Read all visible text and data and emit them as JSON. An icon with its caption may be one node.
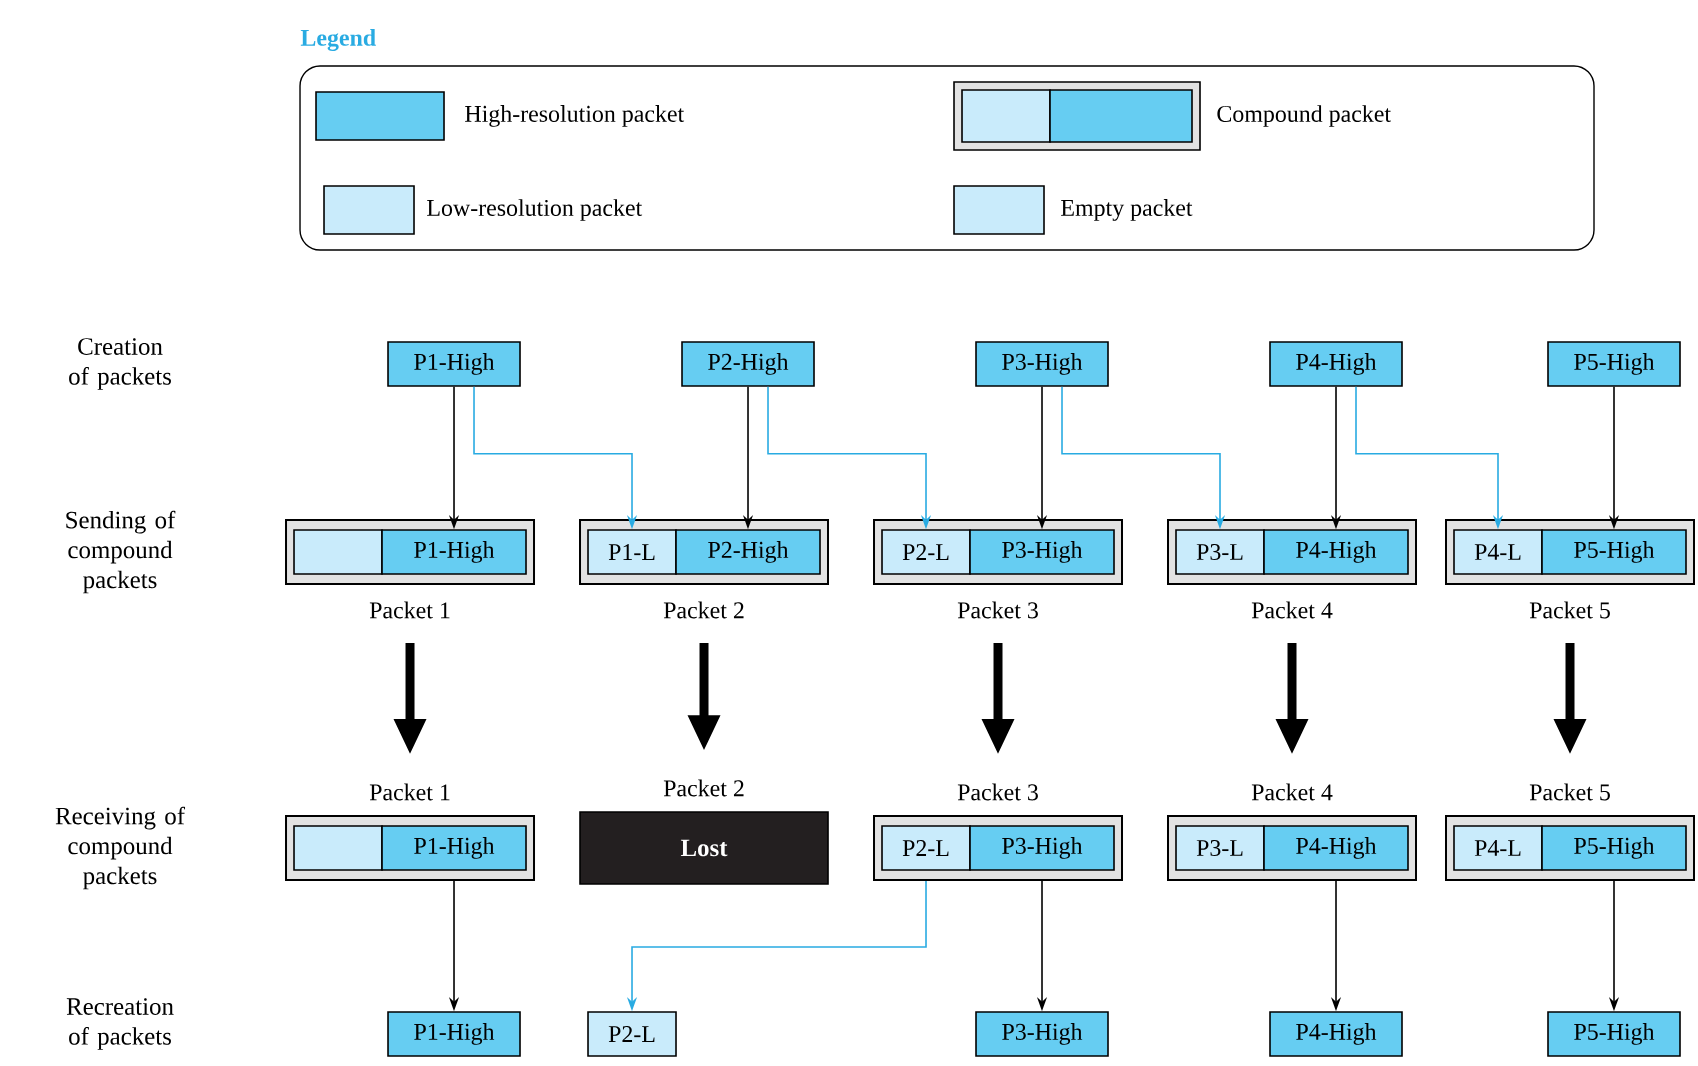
{
  "diagram": {
    "nodes": [
      {
        "text": [
          "P1-High"
        ]
      },
      {
        "text": [
          "P2-High"
        ]
      },
      {
        "text": [
          "P3-High"
        ]
      },
      {
        "text": [
          "P4-High"
        ]
      },
      {
        "text": [
          "P5-High"
        ]
      },
      {
        "text": [],
        "shape": "box",
        "beside": [
          "Packet 1"
        ]
      },
      {
        "text": [],
        "shape": "box",
        "in": 5
      },
      {
        "text": [
          "P1-High"
        ],
        "in": 5
      },
      {
        "text": [],
        "shape": "box",
        "beside": [
          "Packet 2"
        ]
      },
      {
        "text": [
          "P1-L"
        ],
        "in": 8
      },
      {
        "text": [
          "P2-High"
        ],
        "in": 8
      },
      {
        "text": [],
        "shape": "box",
        "beside": [
          "Packet 3"
        ]
      },
      {
        "text": [
          "P2-L"
        ],
        "in": 11
      },
      {
        "text": [
          "P3-High"
        ],
        "in": 11
      },
      {
        "text": [],
        "shape": "box",
        "beside": [
          "Packet 4"
        ]
      },
      {
        "text": [
          "P3-L"
        ],
        "in": 14
      },
      {
        "text": [
          "P4-High"
        ],
        "in": 14
      },
      {
        "text": [],
        "shape": "box",
        "beside": [
          "Packet 5"
        ]
      },
      {
        "text": [
          "P4-L"
        ],
        "in": 17
      },
      {
        "text": [
          "P5-High"
        ],
        "in": 17
      },
      {
        "text": [],
        "shape": "box",
        "beside": [
          "Packet 1"
        ]
      },
      {
        "text": [],
        "shape": "box",
        "in": 20
      },
      {
        "text": [
          "P1-High"
        ],
        "in": 20
      },
      {
        "text": [
          "Lost"
        ],
        "beside": [
          "Packet 2"
        ]
      },
      {
        "text": [],
        "shape": "box",
        "beside": [
          "Packet 3"
        ]
      },
      {
        "text": [
          "P2-L"
        ],
        "in": 24
      },
      {
        "text": [
          "P3-High"
        ],
        "in": 24
      },
      {
        "text": [],
        "shape": "box",
        "beside": [
          "Packet 4"
        ]
      },
      {
        "text": [
          "P3-L"
        ],
        "in": 27
      },
      {
        "text": [
          "P4-High"
        ],
        "in": 27
      },
      {
        "text": [],
        "shape": "box",
        "beside": [
          "Packet 5"
        ]
      },
      {
        "text": [
          "P4-L"
        ],
        "in": 30
      },
      {
        "text": [
          "P5-High"
        ],
        "in": 30
      },
      {
        "text": [
          "P1-High"
        ]
      },
      {
        "text": [
          "P2-L"
        ]
      },
      {
        "text": [
          "P3-High"
        ]
      },
      {
        "text": [
          "P4-High"
        ]
      },
      {
        "text": [
          "P5-High"
        ]
      }
    ],
    "edges": [
      {
        "from": 0,
        "to": 7,
        "arrow": "to"
      },
      {
        "from": 0,
        "to": 9,
        "arrow": "to",
        "color": "#29abe2"
      },
      {
        "from": 1,
        "to": 10,
        "arrow": "to"
      },
      {
        "from": 1,
        "to": 12,
        "arrow": "to",
        "color": "#29abe2"
      },
      {
        "from": 2,
        "to": 13,
        "arrow": "to"
      },
      {
        "from": 2,
        "to": 15,
        "arrow": "to",
        "color": "#29abe2"
      },
      {
        "from": 3,
        "to": 16,
        "arrow": "to"
      },
      {
        "from": 3,
        "to": 18,
        "arrow": "to",
        "color": "#29abe2"
      },
      {
        "from": 4,
        "to": 19,
        "arrow": "to"
      },
      {
        "from": 5,
        "to": 20,
        "arrow": "to",
        "style": "thick"
      },
      {
        "from": 8,
        "to": 23,
        "arrow": "to",
        "style": "thick"
      },
      {
        "from": 11,
        "to": 24,
        "arrow": "to",
        "style": "thick"
      },
      {
        "from": 14,
        "to": 27,
        "arrow": "to",
        "style": "thick"
      },
      {
        "from": 17,
        "to": 30,
        "arrow": "to",
        "style": "thick"
      },
      {
        "from": 22,
        "to": 33,
        "arrow": "to"
      },
      {
        "from": 25,
        "to": 34,
        "arrow": "to",
        "color": "#29abe2"
      },
      {
        "from": 26,
        "to": 35,
        "arrow": "to"
      },
      {
        "from": 29,
        "to": 36,
        "arrow": "to"
      },
      {
        "from": 32,
        "to": 37,
        "arrow": "to"
      }
    ],
    "labels": [
      "Legend",
      "Creation of packets",
      "Sending of compound packets",
      "Receiving of compound packets",
      "Recreation of packets"
    ],
    "legend": [
      {
        "text": "High-resolution packet",
        "color": "#66cdf2"
      },
      {
        "text": "Compound packet"
      },
      {
        "text": "Low-resolution packet",
        "color": "#c9ebfb"
      },
      {
        "text": "Empty packet",
        "color": "#c9ebfb"
      }
    ]
  }
}
